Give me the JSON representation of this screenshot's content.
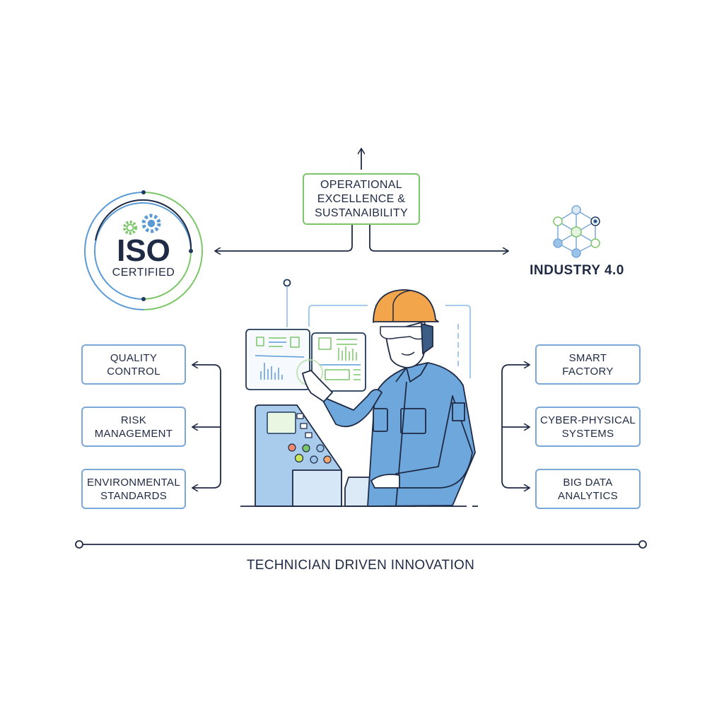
{
  "top_goal": {
    "label": "OPERATIONAL\nEXCELLENCE &\nSUSTANAIBILITY"
  },
  "iso_badge": {
    "title": "ISO",
    "subtitle": "CERTIFIED"
  },
  "industry": {
    "label": "INDUSTRY 4.0"
  },
  "left_items": [
    {
      "label": "QUALITY\nCONTROL"
    },
    {
      "label": "RISK\nMANAGEMENT"
    },
    {
      "label": "ENVIRONMENTAL\nSTANDARDS"
    }
  ],
  "right_items": [
    {
      "label": "SMART\nFACTORY"
    },
    {
      "label": "CYBER-PHYSICAL\nSYSTEMS"
    },
    {
      "label": "BIG DATA\nANALYTICS"
    }
  ],
  "caption": "TECHNICIAN DRIVEN INNOVATION",
  "colors": {
    "blue": "#5b9bd5",
    "green": "#7cc66a",
    "navy": "#1f2a44",
    "orange": "#f2a54a"
  }
}
